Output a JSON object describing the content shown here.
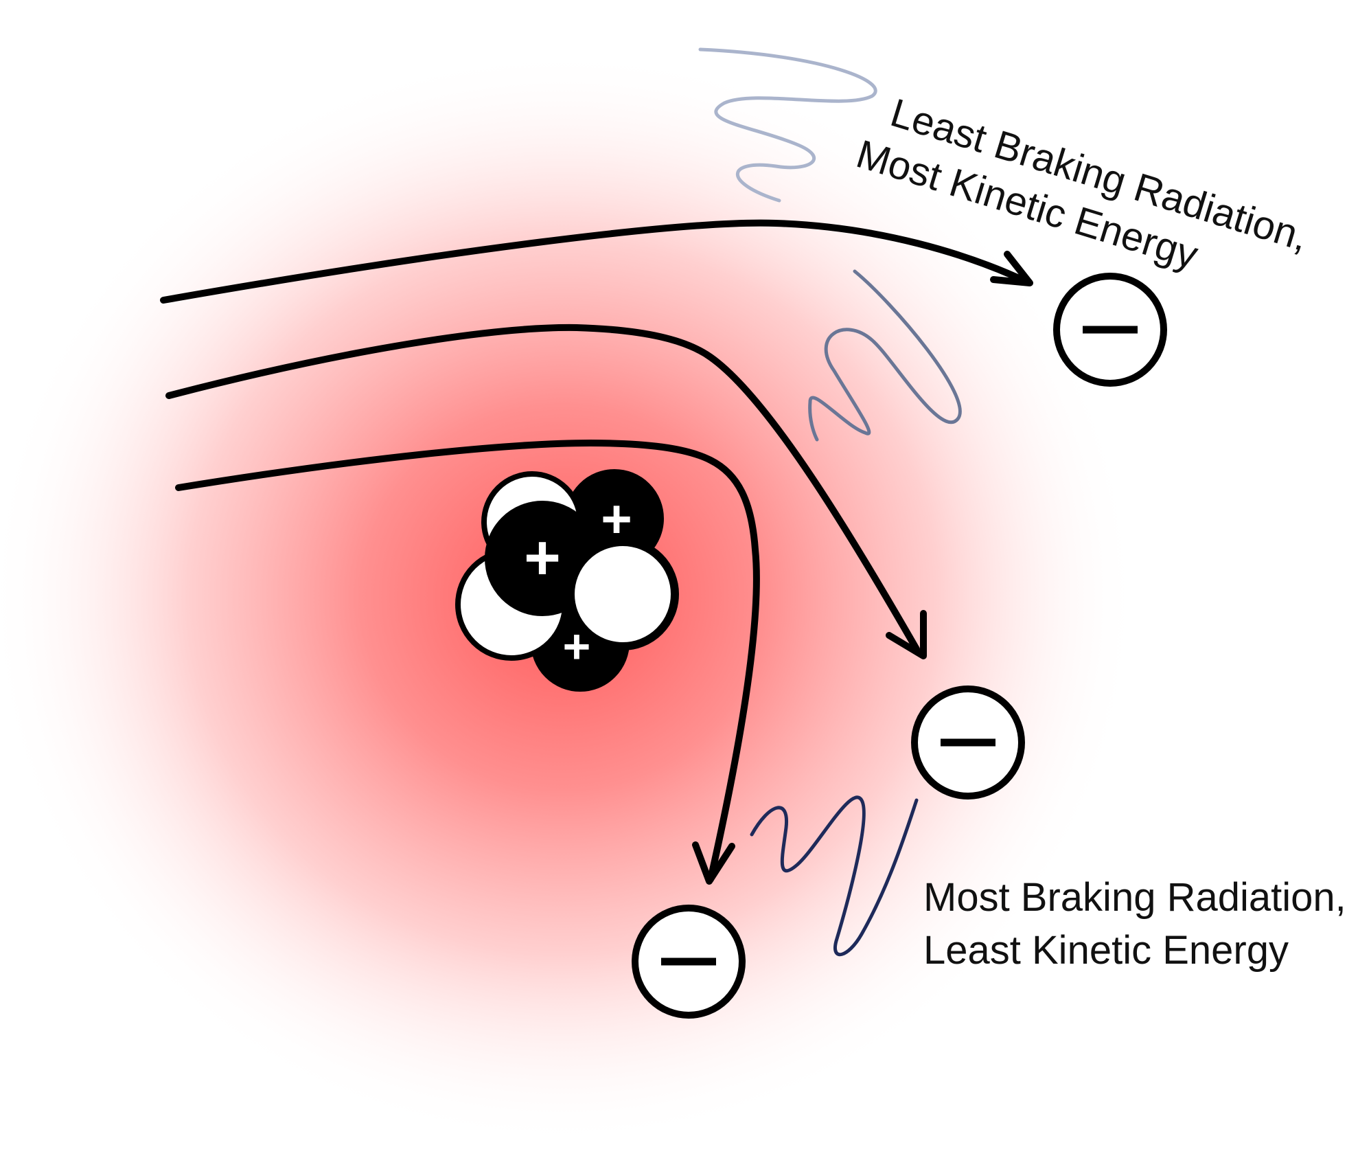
{
  "labels": {
    "top_line1": "Least Braking Radiation,",
    "top_line2": "Most Kinetic Energy",
    "bottom_line1": "Most Braking Radiation,",
    "bottom_line2": "Least Kinetic Energy"
  },
  "symbols": {
    "electron": "–",
    "proton": "+"
  },
  "colors": {
    "field_center": "#ff5a5a",
    "field_edge": "#ffffff",
    "path": "#000000",
    "wave_faint": "#aab4cc",
    "wave_medium": "#6a7696",
    "wave_strong": "#1e2a5a"
  }
}
